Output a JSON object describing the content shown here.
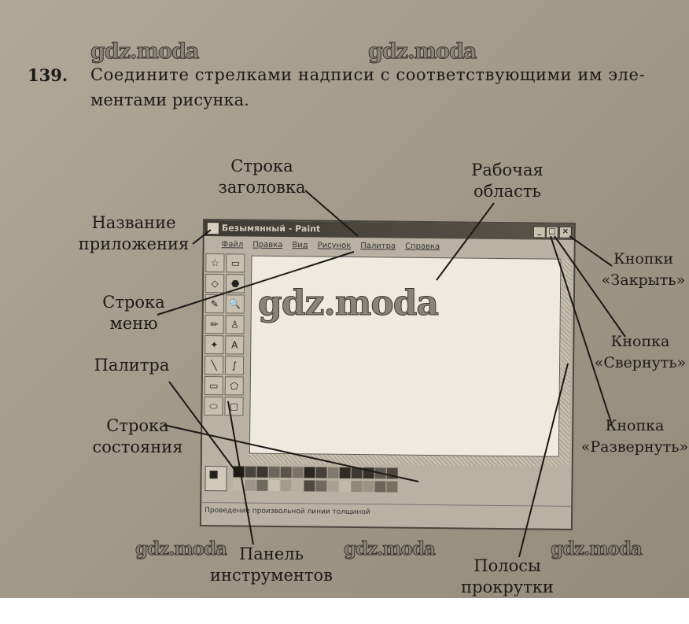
{
  "exercise": {
    "number": "139.",
    "line1": "Соедините стрелками надписи с соответствующими им эле-",
    "line2": "ментами рисунка."
  },
  "watermark": "gdz.moda",
  "labels": {
    "title_bar": [
      "Строка",
      "заголовка"
    ],
    "work_area": [
      "Рабочая",
      "область"
    ],
    "app_name": [
      "Название",
      "приложения"
    ],
    "menu_bar": [
      "Строка",
      "меню"
    ],
    "palette": [
      "Палитра"
    ],
    "status_bar": [
      "Строка",
      "состояния"
    ],
    "toolbox": [
      "Панель",
      "инструментов"
    ],
    "scrollbars": [
      "Полосы",
      "прокрутки"
    ],
    "close": [
      "Кнопки",
      "«Закрыть»"
    ],
    "minimize": [
      "Кнопка",
      "«Свернуть»"
    ],
    "maximize": [
      "Кнопка",
      "«Развернуть»"
    ]
  },
  "paint": {
    "title": "Безымянный - Paint",
    "buttons": [
      "_",
      "□",
      "×"
    ],
    "menu": [
      "Файл",
      "Правка",
      "Вид",
      "Рисунок",
      "Палитра",
      "Справка"
    ],
    "tools": [
      "☆",
      "▭",
      "◇",
      "⬣",
      "✎",
      "🔍",
      "✏",
      "♙",
      "✦",
      "A",
      "╲",
      "∫",
      "▭",
      "⬠",
      "⬭",
      "▢"
    ],
    "status": "Проведение произвольной линии толщиной"
  }
}
